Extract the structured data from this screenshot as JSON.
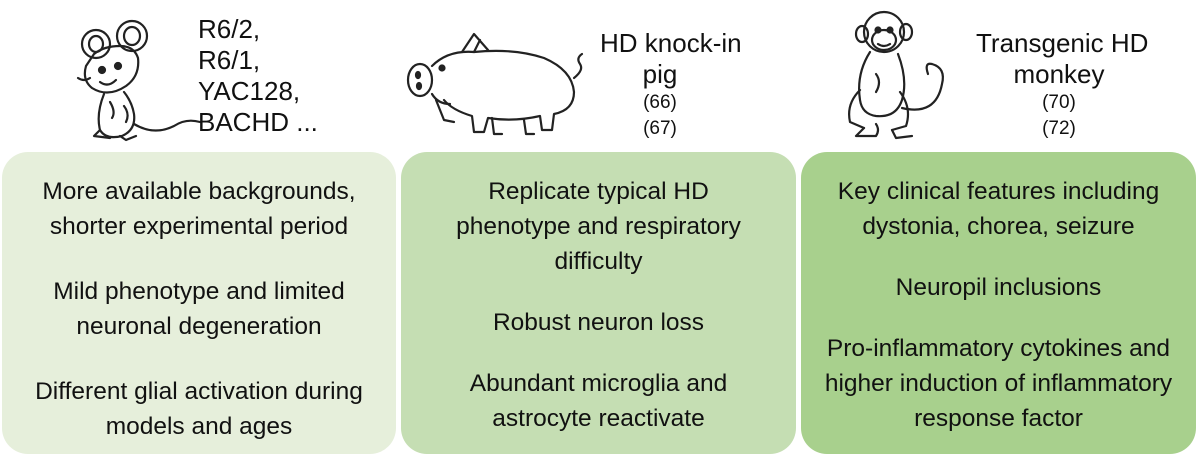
{
  "columns": [
    {
      "id": "mouse",
      "icon": "mouse-icon",
      "title_lines": [
        "R6/2,",
        "R6/1,",
        "YAC128,",
        "BACHD ..."
      ],
      "refs": [],
      "features": [
        "More available backgrounds, shorter experimental period",
        "Mild phenotype and limited neuronal degeneration",
        "Different glial activation during models and ages"
      ],
      "panel_color": "#e6efdb"
    },
    {
      "id": "pig",
      "icon": "pig-icon",
      "title_lines": [
        "HD knock-in",
        "pig"
      ],
      "refs": [
        "(66)",
        "(67)"
      ],
      "features": [
        "Replicate typical HD phenotype and respiratory difficulty",
        "Robust neuron loss",
        "Abundant microglia and astrocyte reactivate"
      ],
      "panel_color": "#c5deb3"
    },
    {
      "id": "monkey",
      "icon": "monkey-icon",
      "title_lines": [
        "Transgenic HD",
        "monkey"
      ],
      "refs": [
        "(70)",
        "(72)"
      ],
      "features": [
        "Key clinical features including dystonia, chorea, seizure",
        "Neuropil inclusions",
        "Pro-inflammatory cytokines and higher induction of inflammatory response factor"
      ],
      "panel_color": "#a8d08d"
    }
  ]
}
